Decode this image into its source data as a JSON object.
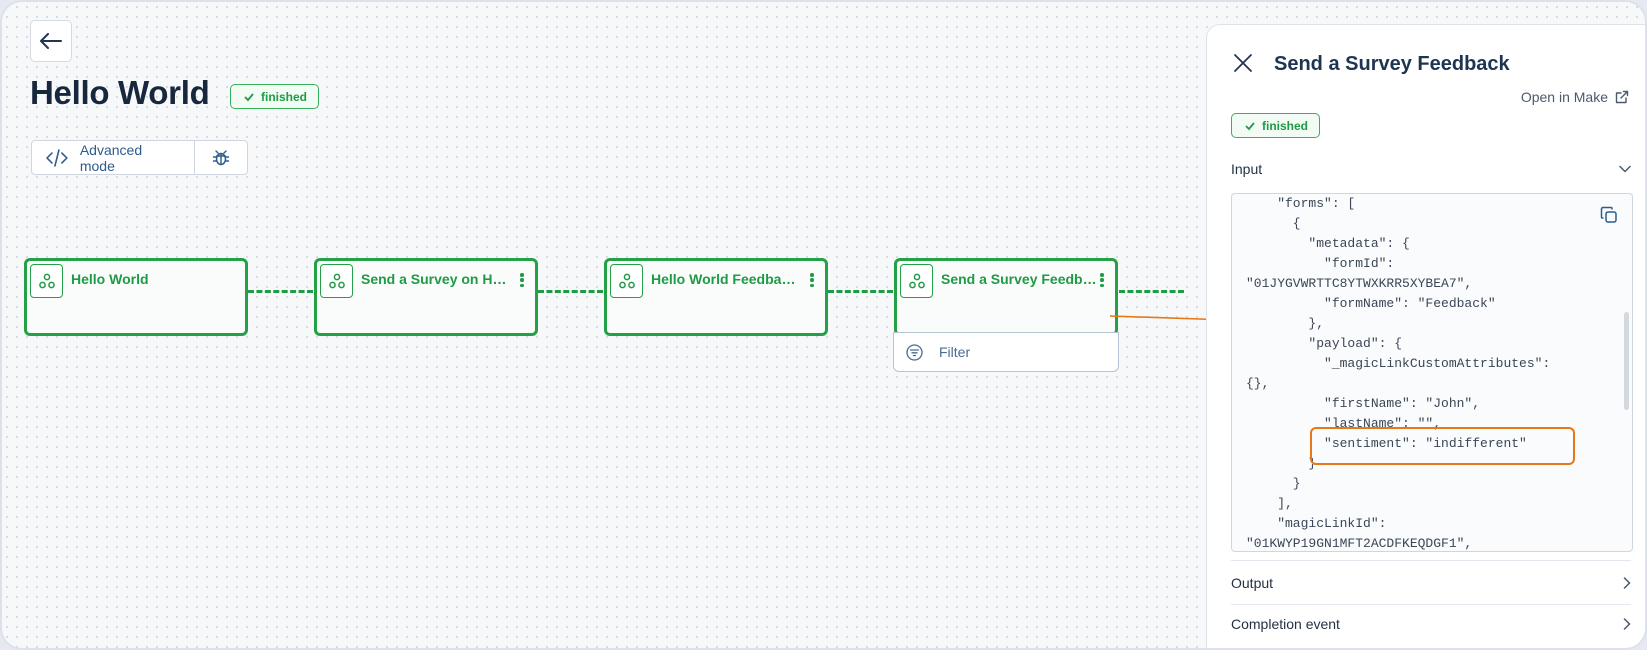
{
  "page": {
    "title": "Hello World",
    "status": "finished",
    "advanced_mode_label": "Advanced mode"
  },
  "workflow": {
    "nodes": [
      {
        "title": "Hello World",
        "has_menu": false
      },
      {
        "title": "Send a Survey on Hell...",
        "has_menu": true
      },
      {
        "title": "Hello World Feedback...",
        "has_menu": true
      },
      {
        "title": "Send a Survey Feedback",
        "has_menu": true
      }
    ],
    "filter_label": "Filter"
  },
  "panel": {
    "title": "Send a Survey Feedback",
    "open_in_make": "Open in Make",
    "status": "finished",
    "input_label": "Input",
    "output_label": "Output",
    "completion_label": "Completion event",
    "code_lines": [
      "    \"forms\": [",
      "      {",
      "        \"metadata\": {",
      "          \"formId\":",
      "\"01JYGVWRTTC8YTWXKRR5XYBEA7\",",
      "          \"formName\": \"Feedback\"",
      "        },",
      "        \"payload\": {",
      "          \"_magicLinkCustomAttributes\":",
      "{},",
      "          \"firstName\": \"John\",",
      "          \"lastName\": \"\",",
      "          \"sentiment\": \"indifferent\"",
      "        }",
      "      }",
      "    ],",
      "    \"magicLinkId\":",
      "\"01KWYP19GN1MFT2ACDFKEQDGF1\","
    ]
  },
  "colors": {
    "node_green": "#24a046",
    "annotation_orange": "#e77817",
    "title_navy": "#17273d"
  },
  "icons": [
    "arrow-left-icon",
    "check-icon",
    "code-icon",
    "bug-icon",
    "webhook-icon",
    "kebab-menu-icon",
    "filter-icon",
    "close-icon",
    "external-link-icon",
    "copy-icon",
    "chevron-down-icon",
    "chevron-right-icon"
  ]
}
